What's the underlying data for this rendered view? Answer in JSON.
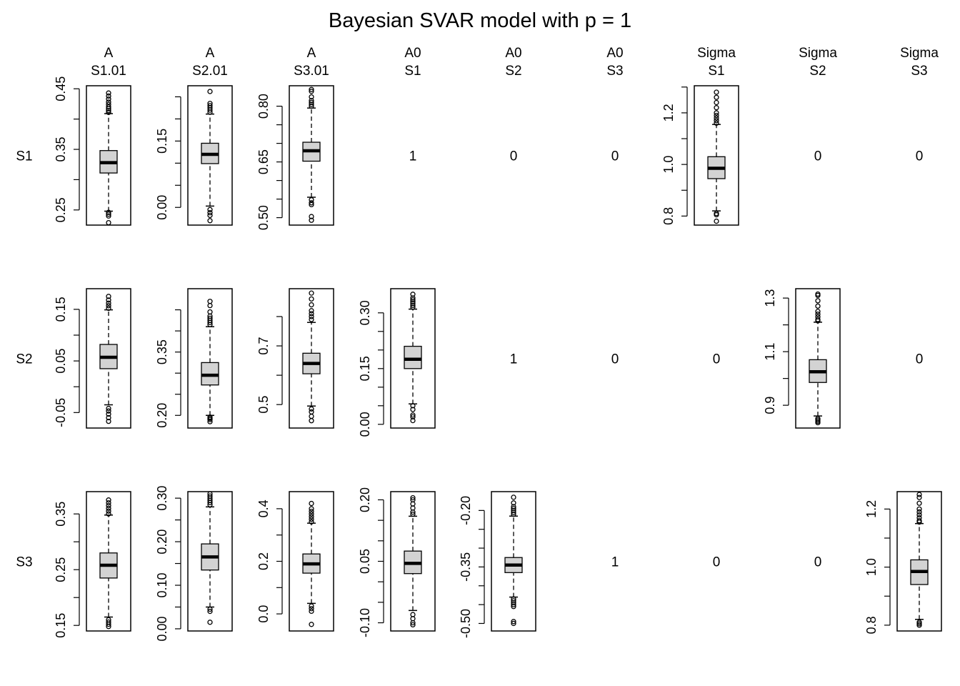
{
  "title": "Bayesian SVAR model with p = 1",
  "columns": [
    {
      "top": "A",
      "bottom": "S1.01"
    },
    {
      "top": "A",
      "bottom": "S2.01"
    },
    {
      "top": "A",
      "bottom": "S3.01"
    },
    {
      "top": "A0",
      "bottom": "S1"
    },
    {
      "top": "A0",
      "bottom": "S2"
    },
    {
      "top": "A0",
      "bottom": "S3"
    },
    {
      "top": "Sigma",
      "bottom": "S1"
    },
    {
      "top": "Sigma",
      "bottom": "S2"
    },
    {
      "top": "Sigma",
      "bottom": "S3"
    }
  ],
  "rows": [
    "S1",
    "S2",
    "S3"
  ],
  "chart_data": {
    "type": "boxplot-grid",
    "title": "Bayesian SVAR model with p = 1",
    "cells": [
      [
        {
          "kind": "box",
          "ylim": [
            0.225,
            0.455
          ],
          "ticks": [
            0.25,
            0.3,
            0.35,
            0.4,
            0.45
          ],
          "tick_labels": [
            "0.25",
            "",
            "0.35",
            "",
            "0.45"
          ],
          "stats": {
            "whisker_low": 0.248,
            "q1": 0.311,
            "median": 0.328,
            "q3": 0.348,
            "whisker_high": 0.409
          },
          "outliers": [
            0.229,
            0.24,
            0.243,
            0.246,
            0.411,
            0.414,
            0.417,
            0.42,
            0.424,
            0.428,
            0.433,
            0.438,
            0.443
          ]
        },
        {
          "kind": "box",
          "ylim": [
            -0.04,
            0.275
          ],
          "ticks": [
            0.0,
            0.05,
            0.1,
            0.15,
            0.2,
            0.25
          ],
          "tick_labels": [
            "0.00",
            "",
            "",
            "0.15",
            "",
            ""
          ],
          "stats": {
            "whisker_low": 0.003,
            "q1": 0.099,
            "median": 0.12,
            "q3": 0.145,
            "whisker_high": 0.211
          },
          "outliers": [
            -0.03,
            -0.018,
            -0.012,
            -0.005,
            0.215,
            0.22,
            0.225,
            0.23,
            0.235,
            0.262
          ]
        },
        {
          "kind": "box",
          "ylim": [
            0.48,
            0.855
          ],
          "ticks": [
            0.5,
            0.55,
            0.6,
            0.65,
            0.7,
            0.75,
            0.8
          ],
          "tick_labels": [
            "0.50",
            "",
            "",
            "0.65",
            "",
            "",
            "0.80"
          ],
          "stats": {
            "whisker_low": 0.555,
            "q1": 0.652,
            "median": 0.68,
            "q3": 0.703,
            "whisker_high": 0.795
          },
          "outliers": [
            0.493,
            0.503,
            0.535,
            0.54,
            0.548,
            0.8,
            0.805,
            0.81,
            0.815,
            0.825,
            0.84,
            0.845
          ]
        },
        {
          "kind": "fixed",
          "value": "1"
        },
        {
          "kind": "fixed",
          "value": "0"
        },
        {
          "kind": "fixed",
          "value": "0"
        },
        {
          "kind": "box",
          "ylim": [
            0.765,
            1.305
          ],
          "ticks": [
            0.8,
            0.9,
            1.0,
            1.1,
            1.2,
            1.3
          ],
          "tick_labels": [
            "0.8",
            "",
            "1.0",
            "",
            "1.2",
            ""
          ],
          "stats": {
            "whisker_low": 0.82,
            "q1": 0.945,
            "median": 0.985,
            "q3": 1.03,
            "whisker_high": 1.155
          },
          "outliers": [
            0.78,
            0.805,
            0.81,
            1.16,
            1.17,
            1.18,
            1.19,
            1.2,
            1.22,
            1.24,
            1.26,
            1.28
          ]
        },
        {
          "kind": "fixed",
          "value": "0"
        },
        {
          "kind": "fixed",
          "value": "0"
        }
      ],
      [
        {
          "kind": "box",
          "ylim": [
            -0.08,
            0.19
          ],
          "ticks": [
            -0.05,
            0.0,
            0.05,
            0.1,
            0.15
          ],
          "tick_labels": [
            "-0.05",
            "",
            "0.05",
            "",
            "0.15"
          ],
          "stats": {
            "whisker_low": -0.035,
            "q1": 0.035,
            "median": 0.057,
            "q3": 0.082,
            "whisker_high": 0.149
          },
          "outliers": [
            -0.067,
            -0.06,
            -0.053,
            -0.047,
            -0.042,
            0.152,
            0.157,
            0.162,
            0.168,
            0.175
          ]
        },
        {
          "kind": "box",
          "ylim": [
            0.17,
            0.5
          ],
          "ticks": [
            0.2,
            0.25,
            0.3,
            0.35,
            0.4,
            0.45
          ],
          "tick_labels": [
            "0.20",
            "",
            "",
            "0.35",
            "",
            ""
          ],
          "stats": {
            "whisker_low": 0.2,
            "q1": 0.272,
            "median": 0.295,
            "q3": 0.325,
            "whisker_high": 0.41
          },
          "outliers": [
            0.185,
            0.19,
            0.193,
            0.196,
            0.415,
            0.42,
            0.425,
            0.43,
            0.435,
            0.445,
            0.46,
            0.47
          ]
        },
        {
          "kind": "box",
          "ylim": [
            0.42,
            0.895
          ],
          "ticks": [
            0.5,
            0.6,
            0.7,
            0.8
          ],
          "tick_labels": [
            "0.5",
            "",
            "0.7",
            ""
          ],
          "stats": {
            "whisker_low": 0.495,
            "q1": 0.605,
            "median": 0.64,
            "q3": 0.675,
            "whisker_high": 0.78
          },
          "outliers": [
            0.445,
            0.46,
            0.475,
            0.485,
            0.79,
            0.8,
            0.81,
            0.82,
            0.84,
            0.86,
            0.88
          ]
        },
        {
          "kind": "box",
          "ylim": [
            -0.01,
            0.365
          ],
          "ticks": [
            0.0,
            0.05,
            0.1,
            0.15,
            0.2,
            0.25,
            0.3
          ],
          "tick_labels": [
            "0.00",
            "",
            "",
            "0.15",
            "",
            "",
            "0.30"
          ],
          "stats": {
            "whisker_low": 0.055,
            "q1": 0.15,
            "median": 0.175,
            "q3": 0.21,
            "whisker_high": 0.31
          },
          "outliers": [
            0.01,
            0.02,
            0.025,
            0.04,
            0.05,
            0.315,
            0.32,
            0.325,
            0.33,
            0.335,
            0.34,
            0.35
          ]
        },
        {
          "kind": "fixed",
          "value": "1"
        },
        {
          "kind": "fixed",
          "value": "0"
        },
        {
          "kind": "fixed",
          "value": "0"
        },
        {
          "kind": "box",
          "ylim": [
            0.815,
            1.335
          ],
          "ticks": [
            0.9,
            1.0,
            1.1,
            1.2,
            1.3
          ],
          "tick_labels": [
            "0.9",
            "",
            "1.1",
            "",
            "1.3"
          ],
          "stats": {
            "whisker_low": 0.86,
            "q1": 0.985,
            "median": 1.025,
            "q3": 1.07,
            "whisker_high": 1.21
          },
          "outliers": [
            0.835,
            0.84,
            0.845,
            0.85,
            1.215,
            1.22,
            1.23,
            1.24,
            1.25,
            1.27,
            1.29,
            1.31,
            1.315
          ]
        },
        {
          "kind": "fixed",
          "value": "0"
        }
      ],
      [
        {
          "kind": "box",
          "ylim": [
            0.14,
            0.39
          ],
          "ticks": [
            0.15,
            0.2,
            0.25,
            0.3,
            0.35
          ],
          "tick_labels": [
            "0.15",
            "",
            "0.25",
            "",
            "0.35"
          ],
          "stats": {
            "whisker_low": 0.165,
            "q1": 0.235,
            "median": 0.258,
            "q3": 0.28,
            "whisker_high": 0.348
          },
          "outliers": [
            0.148,
            0.152,
            0.156,
            0.16,
            0.35,
            0.355,
            0.36,
            0.365,
            0.37,
            0.375
          ]
        },
        {
          "kind": "box",
          "ylim": [
            -0.005,
            0.315
          ],
          "ticks": [
            0.0,
            0.05,
            0.1,
            0.15,
            0.2,
            0.25,
            0.3
          ],
          "tick_labels": [
            "0.00",
            "",
            "0.10",
            "",
            "0.20",
            "",
            "0.30"
          ],
          "stats": {
            "whisker_low": 0.05,
            "q1": 0.135,
            "median": 0.165,
            "q3": 0.195,
            "whisker_high": 0.28
          },
          "outliers": [
            0.015,
            0.04,
            0.045,
            0.285,
            0.29,
            0.295,
            0.3,
            0.305,
            0.31
          ]
        },
        {
          "kind": "box",
          "ylim": [
            -0.065,
            0.465
          ],
          "ticks": [
            0.0,
            0.1,
            0.2,
            0.3,
            0.4
          ],
          "tick_labels": [
            "0.0",
            "",
            "0.2",
            "",
            "0.4"
          ],
          "stats": {
            "whisker_low": 0.04,
            "q1": 0.155,
            "median": 0.19,
            "q3": 0.228,
            "whisker_high": 0.345
          },
          "outliers": [
            -0.04,
            0.01,
            0.02,
            0.03,
            0.35,
            0.36,
            0.37,
            0.38,
            0.39,
            0.4,
            0.42
          ]
        },
        {
          "kind": "box",
          "ylim": [
            -0.12,
            0.22
          ],
          "ticks": [
            -0.1,
            -0.05,
            0.0,
            0.05,
            0.1,
            0.15,
            0.2
          ],
          "tick_labels": [
            "-0.10",
            "",
            "",
            "0.05",
            "",
            "",
            "0.20"
          ],
          "stats": {
            "whisker_low": -0.07,
            "q1": 0.02,
            "median": 0.045,
            "q3": 0.075,
            "whisker_high": 0.16
          },
          "outliers": [
            -0.105,
            -0.1,
            -0.09,
            -0.08,
            0.165,
            0.17,
            0.18,
            0.19,
            0.2,
            0.205
          ]
        },
        {
          "kind": "box",
          "ylim": [
            -0.52,
            -0.15
          ],
          "ticks": [
            -0.5,
            -0.45,
            -0.4,
            -0.35,
            -0.3,
            -0.25,
            -0.2
          ],
          "tick_labels": [
            "-0.50",
            "",
            "",
            "-0.35",
            "",
            "",
            "-0.20"
          ],
          "stats": {
            "whisker_low": -0.43,
            "q1": -0.365,
            "median": -0.345,
            "q3": -0.325,
            "whisker_high": -0.215
          },
          "outliers": [
            -0.5,
            -0.495,
            -0.455,
            -0.45,
            -0.445,
            -0.44,
            -0.435,
            -0.21,
            -0.205,
            -0.2,
            -0.195,
            -0.19,
            -0.18,
            -0.165
          ]
        },
        {
          "kind": "fixed",
          "value": "1"
        },
        {
          "kind": "fixed",
          "value": "0"
        },
        {
          "kind": "fixed",
          "value": "0"
        },
        {
          "kind": "box",
          "ylim": [
            0.78,
            1.26
          ],
          "ticks": [
            0.8,
            0.9,
            1.0,
            1.1,
            1.2
          ],
          "tick_labels": [
            "0.8",
            "",
            "1.0",
            "",
            "1.2"
          ],
          "stats": {
            "whisker_low": 0.82,
            "q1": 0.94,
            "median": 0.985,
            "q3": 1.025,
            "whisker_high": 1.15
          },
          "outliers": [
            0.8,
            0.805,
            0.81,
            1.155,
            1.16,
            1.17,
            1.18,
            1.19,
            1.2,
            1.22,
            1.24,
            1.25
          ]
        }
      ]
    ]
  }
}
